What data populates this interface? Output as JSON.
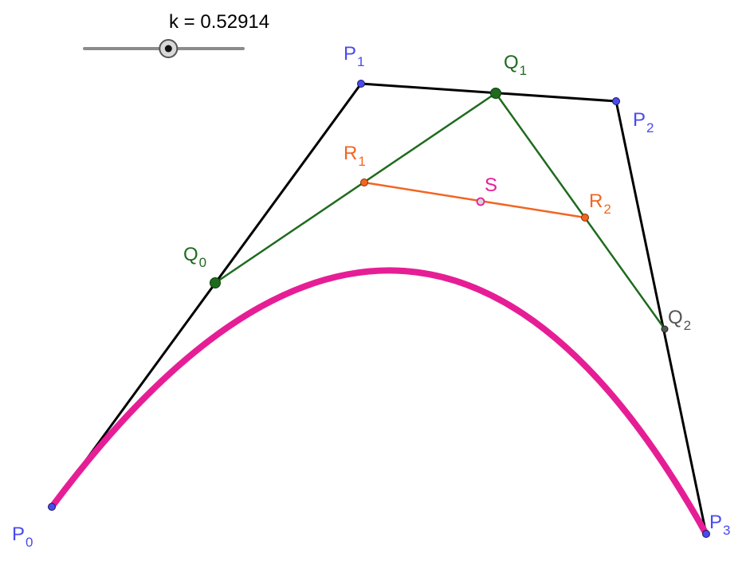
{
  "slider": {
    "name": "k",
    "separator": " = ",
    "value": "0.52914",
    "fraction": 0.52914
  },
  "points": {
    "P0": {
      "letter": "P",
      "sub": "0"
    },
    "P1": {
      "letter": "P",
      "sub": "1"
    },
    "P2": {
      "letter": "P",
      "sub": "2"
    },
    "P3": {
      "letter": "P",
      "sub": "3"
    },
    "Q0": {
      "letter": "Q",
      "sub": "0"
    },
    "Q1": {
      "letter": "Q",
      "sub": "1"
    },
    "Q2": {
      "letter": "Q",
      "sub": "2"
    },
    "R1": {
      "letter": "R",
      "sub": "1"
    },
    "R2": {
      "letter": "R",
      "sub": "2"
    },
    "S": {
      "letter": "S",
      "sub": ""
    }
  },
  "colors": {
    "control_polygon": "#000000",
    "first_level": "#1e6b1e",
    "second_level": "#f26522",
    "curve": "#e61e96",
    "control_point": "#4a4af0",
    "q_point": "#1e6b1e",
    "q2_point": "#555555",
    "s_point": "#e61e96",
    "slider_track": "#8c8c8c",
    "label_blue": "#4a4af0",
    "label_green": "#1e6b1e",
    "label_orange": "#f26522",
    "label_gray": "#555555",
    "label_pink": "#e61e96"
  }
}
